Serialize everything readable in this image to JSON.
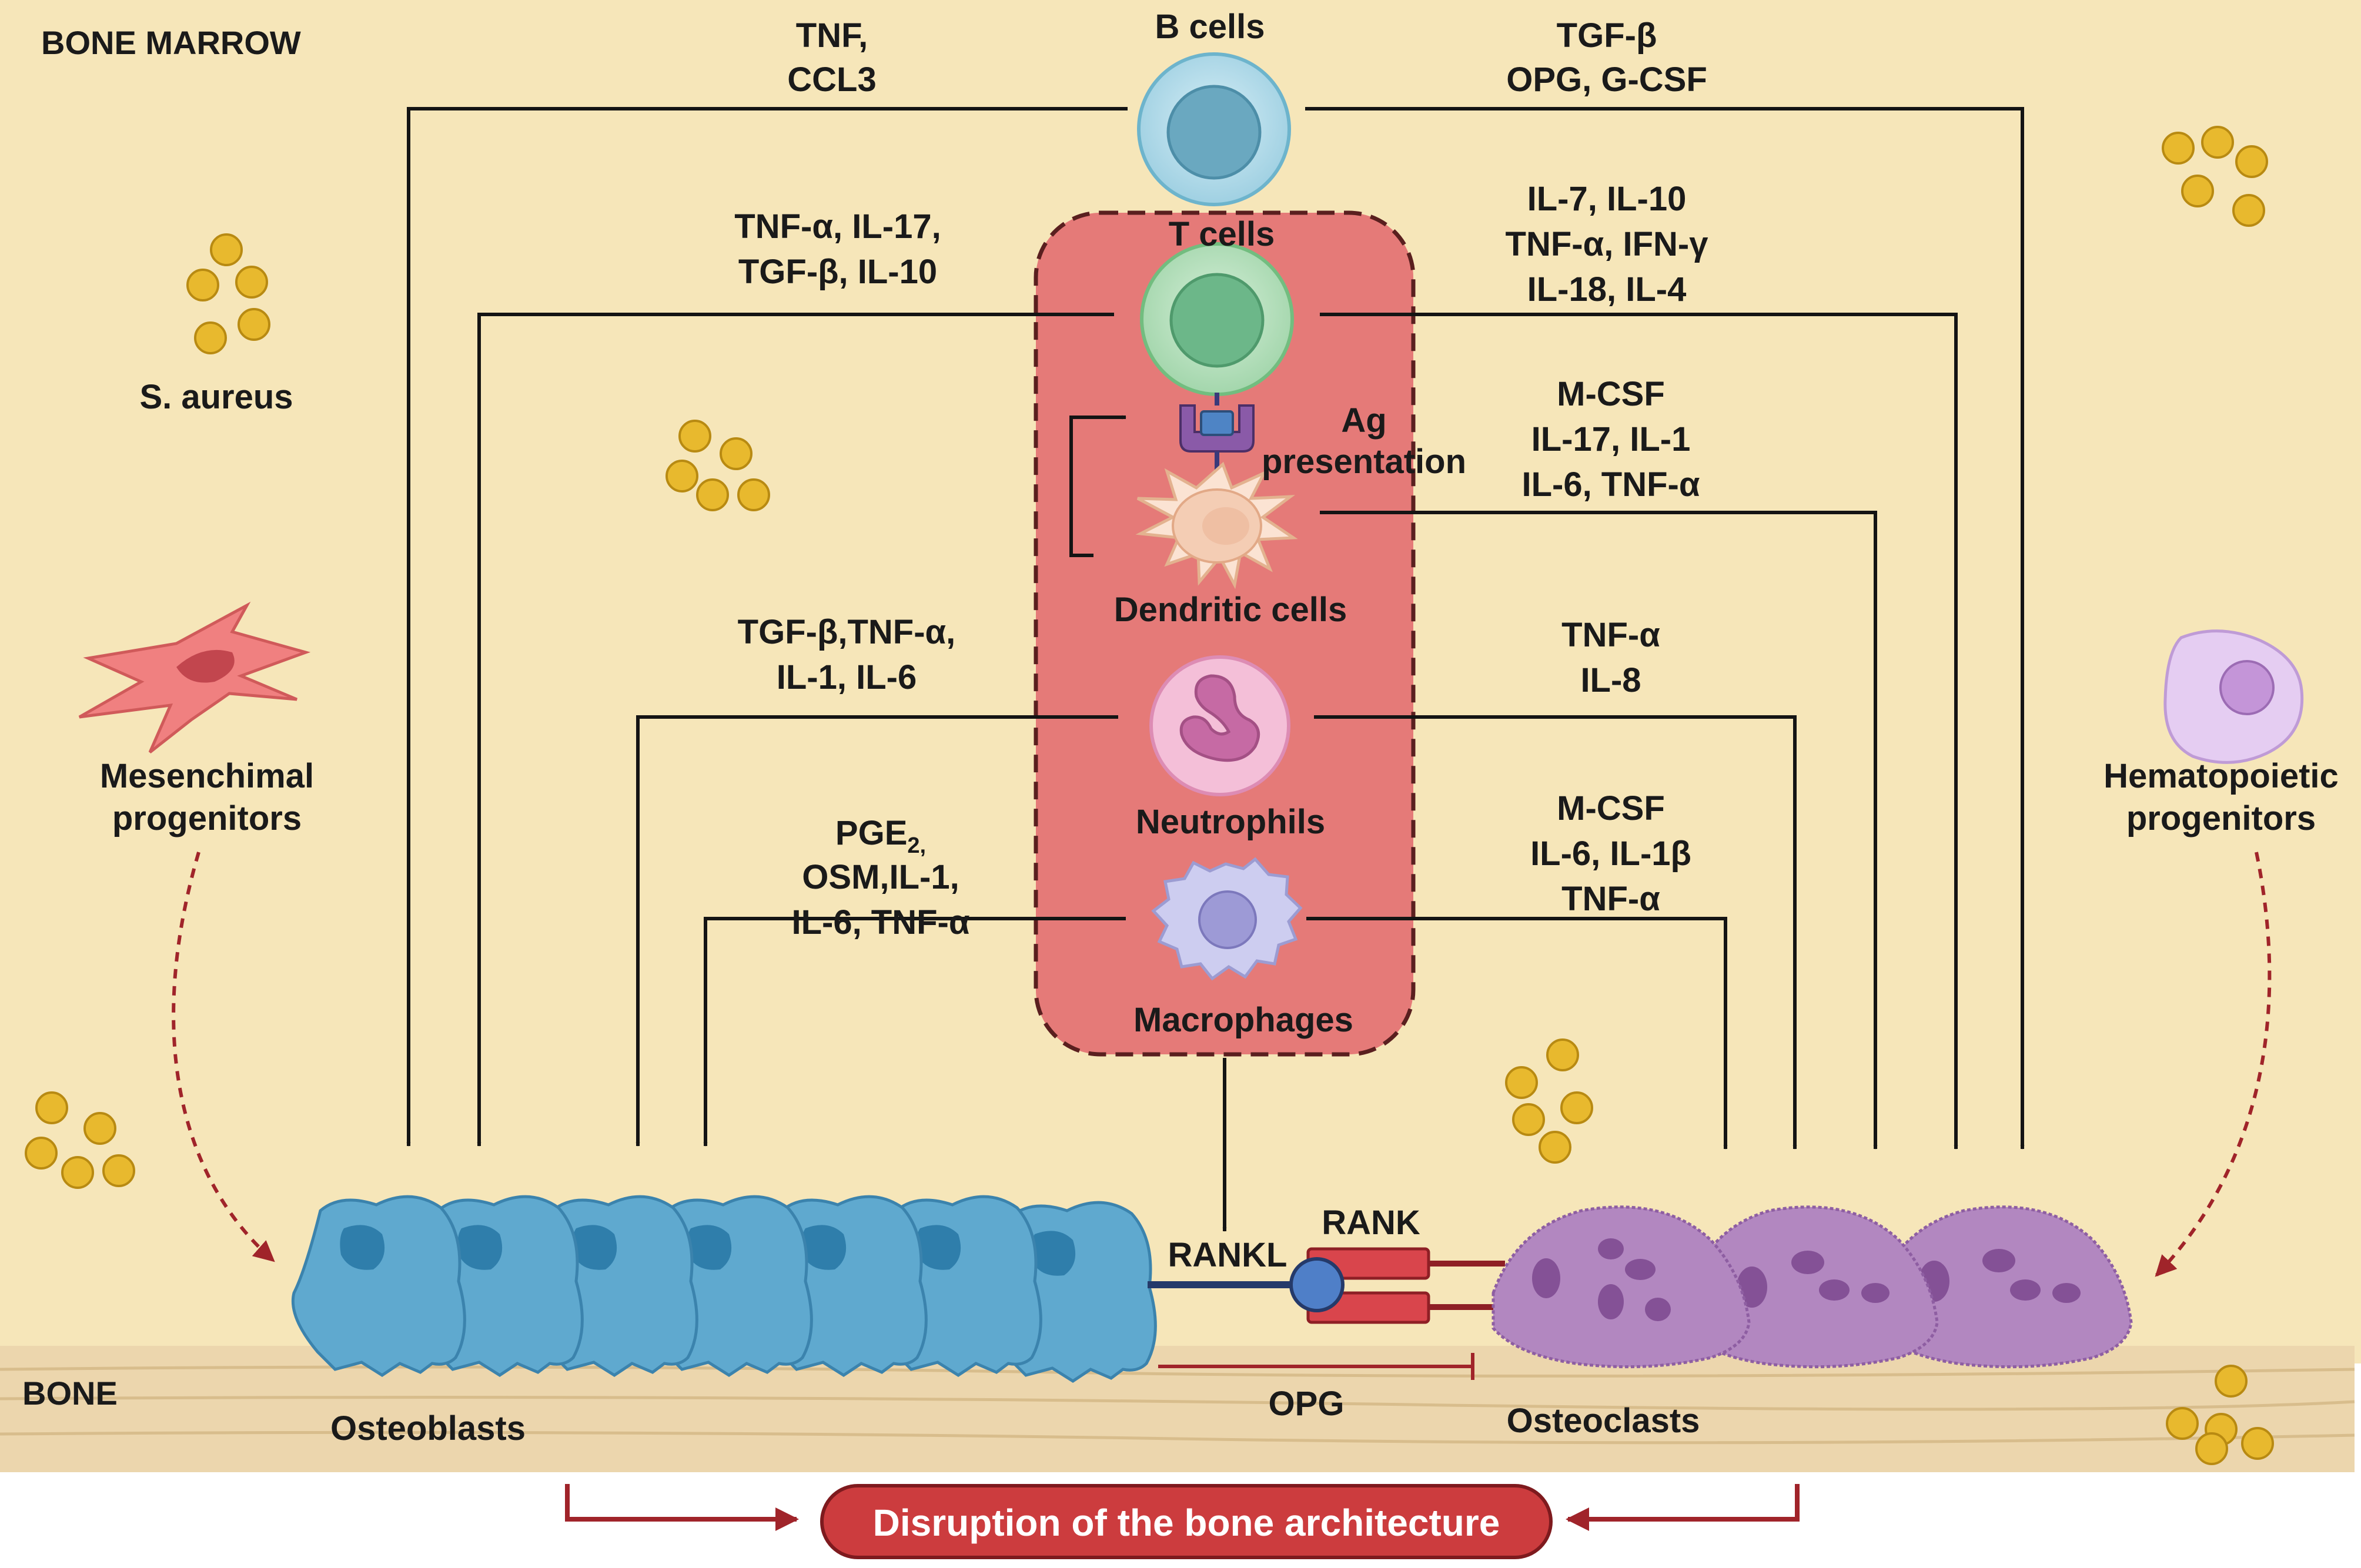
{
  "regions": {
    "marrow_label": "BONE MARROW",
    "bone_label": "BONE"
  },
  "colors": {
    "marrow_bg": "#f6e6b9",
    "bone_bg": "#ecd6ad",
    "immune_box_fill": "#e57a78",
    "immune_box_border": "#5a1f1f",
    "osteoblast": "#5fa9cf",
    "osteoblast_nucleus": "#2f7eab",
    "osteoclast": "#b287c0",
    "osteoclast_nucleus": "#845196",
    "bacteria": "#e8b92e",
    "arrow": "#141414",
    "inhibit": "#a0242a",
    "disruption_pill": "#cc3c3e"
  },
  "cells": {
    "b_cells": "B cells",
    "t_cells": "T cells",
    "dendritic_cells": "Dendritic cells",
    "neutrophils": "Neutrophils",
    "macrophages": "Macrophages",
    "mesenchimal_line1": "Mesenchimal",
    "mesenchimal_line2": "progenitors",
    "hematopoietic_line1": "Hematopoietic",
    "hematopoietic_line2": "progenitors",
    "s_aureus": "S. aureus",
    "osteoblasts": "Osteoblasts",
    "osteoclasts": "Osteoclasts"
  },
  "ag_presentation": [
    "Ag",
    "presentation"
  ],
  "mediators": {
    "b_left": [
      "TNF,",
      "CCL3"
    ],
    "b_right": [
      "TGF-β",
      "OPG, G-CSF"
    ],
    "t_left": [
      "TNF-α, IL-17,",
      "TGF-β, IL-10"
    ],
    "t_right": [
      "IL-7, IL-10",
      "TNF-α, IFN-γ",
      "IL-18, IL-4"
    ],
    "dc_right": [
      "M-CSF",
      "IL-17, IL-1",
      "IL-6, TNF-α"
    ],
    "neut_left": [
      "TGF-β,TNF-α,",
      "IL-1, IL-6"
    ],
    "neut_right": [
      "TNF-α",
      "IL-8"
    ],
    "mac_left_line1_base": "PGE",
    "mac_left_line1_sub": "2,",
    "mac_left_rest": [
      "OSM,IL-1,",
      "IL-6, TNF-α"
    ],
    "mac_right": [
      "M-CSF",
      "IL-6, IL-1β",
      "TNF-α"
    ]
  },
  "receptors": {
    "rankl": "RANKL",
    "rank": "RANK",
    "opg": "OPG"
  },
  "disruption": "Disruption of the bone architecture",
  "icons": [
    "b-cell-icon",
    "t-cell-icon",
    "tcr-mhc-icon",
    "dendritic-cell-icon",
    "neutrophil-icon",
    "macrophage-icon",
    "mesenchymal-progenitor-icon",
    "hematopoietic-progenitor-icon",
    "s-aureus-cluster-icon",
    "osteoblast-icon",
    "osteoclast-icon"
  ]
}
